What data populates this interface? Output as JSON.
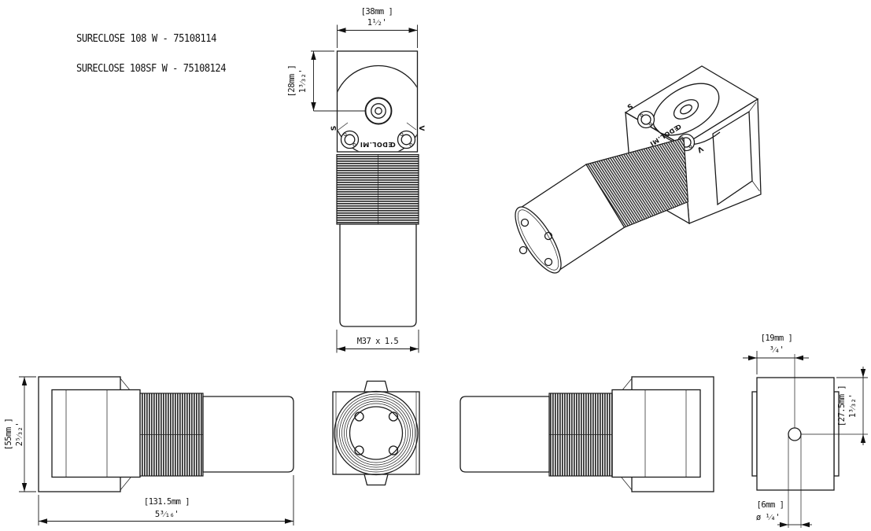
{
  "drawing": {
    "title_line1": "SURECLOSE 108 W - 75108114",
    "title_line2": "SURECLOSE 108SF W - 75108124"
  },
  "front_view": {
    "width_mm": "[38mm  ]",
    "width_in": "1¹⁄₂'",
    "height_mm": "[28mm  ]",
    "height_in": "1³⁄₃₂'",
    "thread_spec": "M37 x 1.5",
    "screw_left_label": "S",
    "screw_right_label": "V",
    "brand_mark": "ŒDOL.MI"
  },
  "iso_view": {
    "screw_left_label": "S",
    "screw_right_label": "V",
    "brand_mark": "ŒDOL.MI"
  },
  "side_view": {
    "height_mm": "[55mm  ]",
    "height_in": "2⁵⁄₃₂'",
    "length_mm": "[131.5mm  ]",
    "length_in": "5³⁄₁₆'"
  },
  "plate_view": {
    "width_mm": "[19mm  ]",
    "width_in": "³⁄₄'",
    "height_mm": "[27.5mm  ]",
    "height_in": "1³⁄₃₂'",
    "hole_mm": "[6mm  ]",
    "hole_in": "ø ¹⁄₄'"
  }
}
